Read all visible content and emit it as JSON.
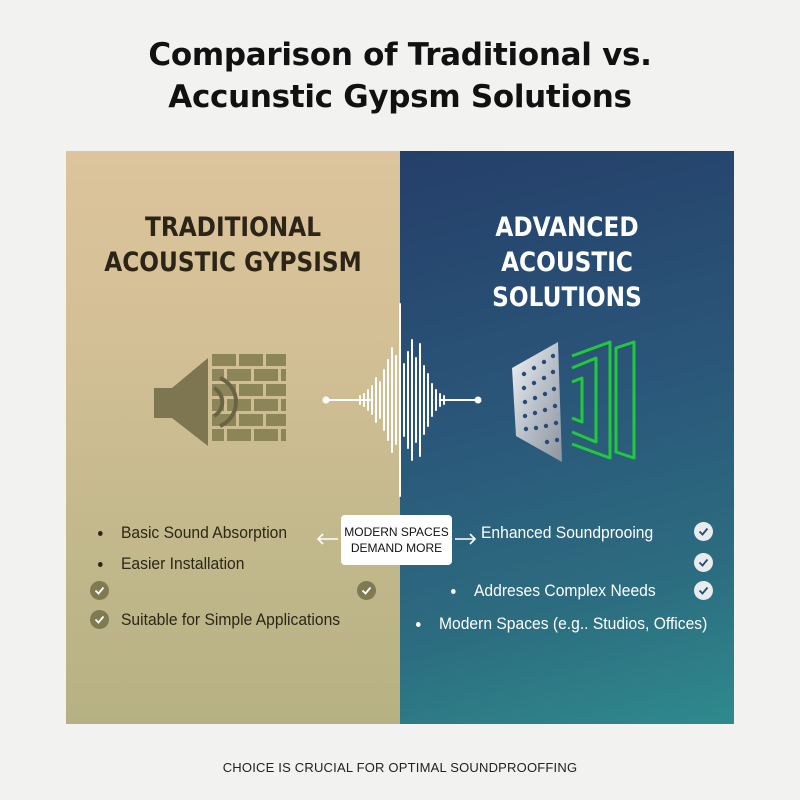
{
  "title": {
    "line1": "Comparison of Traditional vs.",
    "line2": "Accunstic Gypsm Solutions"
  },
  "left_panel": {
    "heading_line1": "TRADITIONAL",
    "heading_line2": "ACOUSTIC GYPSISM",
    "icon": "speaker-brick-wall-icon",
    "items": [
      "Basic Sound Absorption",
      "Easier Installation",
      "Suitable for Simple Applications"
    ]
  },
  "right_panel": {
    "heading_line1": "ADVANCED",
    "heading_line2": "ACOUSTIC SOLUTIONS",
    "icon": "perforated-panel-acoustic-waves-icon",
    "items": [
      "Enhanced Soundprooing",
      "Addreses Complex Needs",
      "Modern Spaces (e.g.. Studios, Offices)"
    ]
  },
  "callout": {
    "line1": "MODERN SPACES",
    "line2": "DEMAND MORE"
  },
  "footer": "CHOICE IS CRUCIAL FOR OPTIMAL SOUNDPROOFFING",
  "colors": {
    "left_panel": "#d3bf95",
    "right_panel": "#2a5478",
    "accent_green": "#22c93c",
    "check_left": "#7f7a52"
  }
}
